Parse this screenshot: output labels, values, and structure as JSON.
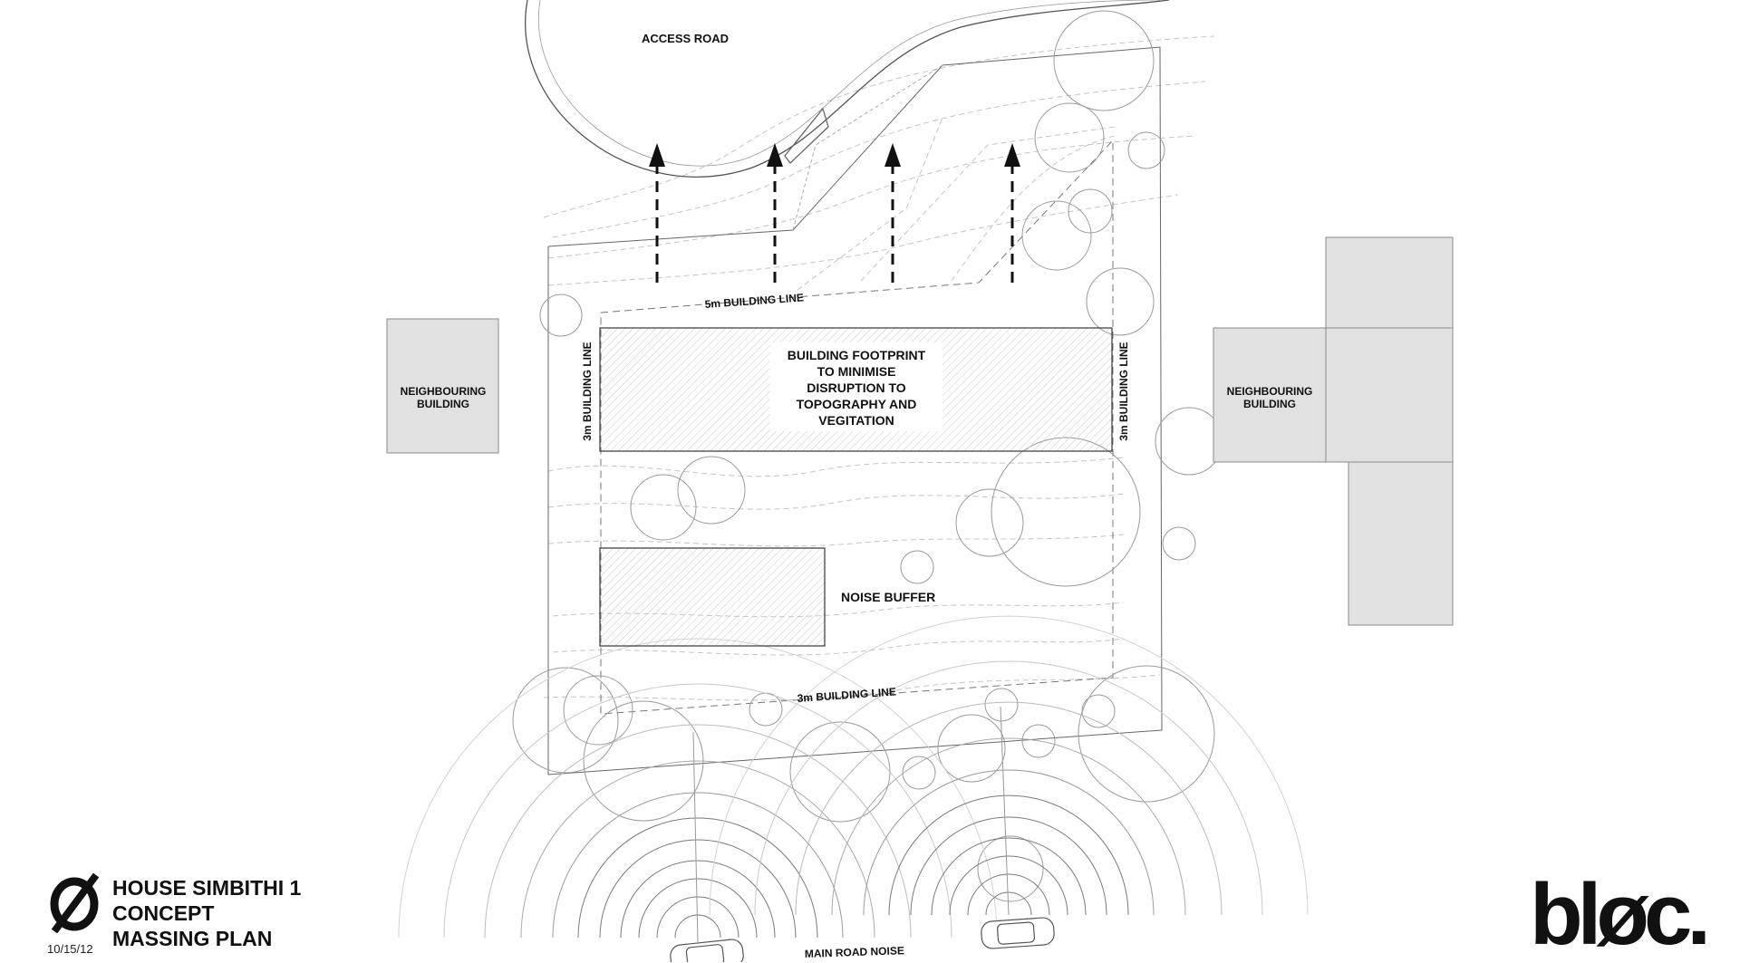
{
  "labels": {
    "access_road": "ACCESS ROAD",
    "building_line_5m": "5m BUILDING LINE",
    "building_line_3m_left": "3m BUILDING LINE",
    "building_line_3m_right": "3m BUILDING LINE",
    "building_line_3m_bottom": "3m BUILDING LINE",
    "footprint_lines": [
      "BUILDING FOOTPRINT",
      "TO MINIMISE",
      "DISRUPTION TO",
      "TOPOGRAPHY AND",
      "VEGITATION"
    ],
    "neighbour_left": [
      "NEIGHBOURING",
      "BUILDING"
    ],
    "neighbour_right": [
      "NEIGHBOURING",
      "BUILDING"
    ],
    "noise_buffer": "NOISE BUFFER",
    "main_road_noise": "MAIN ROAD NOISE"
  },
  "title_block": {
    "symbol": "Ø",
    "lines": [
      "HOUSE SIMBITHI 1",
      "CONCEPT",
      "MASSING PLAN"
    ],
    "date": "10/15/12"
  },
  "logo": "bløc.",
  "colors": {
    "ink": "#111111",
    "neighbour_fill": "#e1e1e1",
    "neighbour_stroke": "#8a8a8a",
    "tree_stroke": "#9a9a9a",
    "contour": "#bdbdbd"
  }
}
